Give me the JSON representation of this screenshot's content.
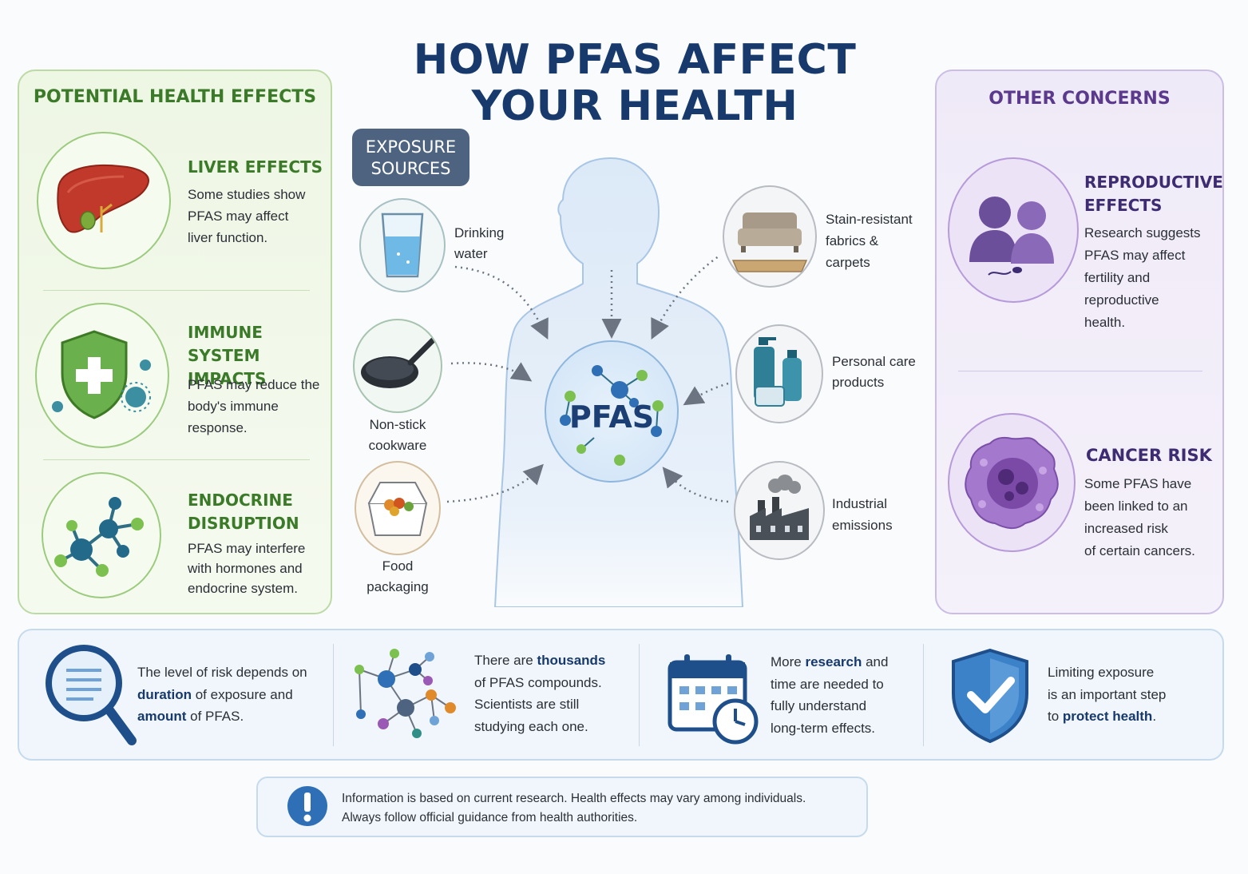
{
  "title_line1": "HOW PFAS AFFECT",
  "title_line2": "YOUR HEALTH",
  "left_panel": {
    "title": "POTENTIAL HEALTH EFFECTS",
    "items": [
      {
        "heading": "LIVER EFFECTS",
        "lines": [
          "Some studies show",
          "PFAS may affect",
          "liver function."
        ],
        "icon": "liver-icon"
      },
      {
        "heading_lines": [
          "IMMUNE SYSTEM",
          "IMPACTS"
        ],
        "lines": [
          "PFAS may reduce the",
          "body's immune",
          "response."
        ],
        "icon": "shield-plus-icon"
      },
      {
        "heading_lines": [
          "ENDOCRINE",
          "DISRUPTION"
        ],
        "lines": [
          "PFAS may interfere",
          "with hormones and",
          "endocrine system."
        ],
        "icon": "molecule-icon"
      }
    ]
  },
  "exposure": {
    "label_line1": "EXPOSURE",
    "label_line2": "SOURCES",
    "sources": [
      {
        "lines": [
          "Drinking",
          "water"
        ],
        "icon": "water-glass-icon"
      },
      {
        "lines": [
          "Non-stick",
          "cookware"
        ],
        "icon": "frying-pan-icon"
      },
      {
        "lines": [
          "Food",
          "packaging"
        ],
        "icon": "food-box-icon"
      },
      {
        "lines": [
          "Stain-resistant",
          "fabrics &",
          "carpets"
        ],
        "icon": "sofa-icon"
      },
      {
        "lines": [
          "Personal care",
          "products"
        ],
        "icon": "bottles-icon"
      },
      {
        "lines": [
          "Industrial",
          "emissions"
        ],
        "icon": "factory-icon"
      }
    ]
  },
  "center_label": "PFAS",
  "right_panel": {
    "title": "OTHER CONCERNS",
    "items": [
      {
        "heading_lines": [
          "REPRODUCTIVE",
          "EFFECTS"
        ],
        "lines": [
          "Research suggests",
          "PFAS may affect",
          "fertility and",
          "reproductive",
          "health."
        ],
        "icon": "couple-icon"
      },
      {
        "heading": "CANCER RISK",
        "lines": [
          "Some PFAS have",
          "been linked to an",
          "increased risk",
          "of certain cancers."
        ],
        "icon": "cell-icon"
      }
    ]
  },
  "band": {
    "b1": {
      "l1": "The level of risk depends on",
      "l2_bold": "duration",
      "l2_rest": " of exposure and",
      "l3_bold": "amount",
      "l3_rest": " of PFAS."
    },
    "b2": {
      "l1_pre": "There are ",
      "l1_bold": "thousands",
      "l2": "of PFAS compounds.",
      "l3": "Scientists are still",
      "l4": "studying each one."
    },
    "b3": {
      "l1_pre": "More ",
      "l1_bold": "research",
      "l1_post": " and",
      "l2": "time are needed to",
      "l3": "fully understand",
      "l4": "long-term effects."
    },
    "b4": {
      "l1": "Limiting exposure",
      "l2": "is an important step",
      "l3_pre": "to ",
      "l3_bold": "protect health",
      "l3_post": "."
    }
  },
  "disclaimer": {
    "line1": "Information is based on current research. Health effects may vary among individuals.",
    "line2": "Always follow official guidance from health authorities."
  },
  "colors": {
    "navy": "#17396b",
    "green": "#3b7a28",
    "purple": "#5b3a8e",
    "blue": "#2e6fb5"
  }
}
